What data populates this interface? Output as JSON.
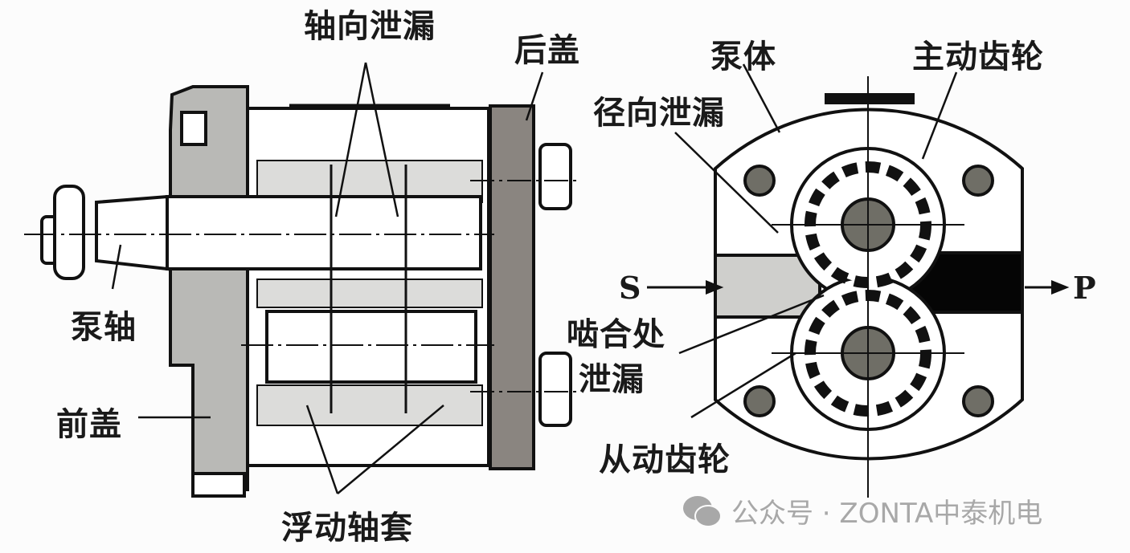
{
  "diagram": {
    "subject": "gear pump leakage paths",
    "left_view": {
      "labels": {
        "axial_leak": "轴向泄漏",
        "rear_cover": "后盖",
        "pump_shaft": "泵轴",
        "front_cover": "前盖",
        "floating_bushing": "浮动轴套"
      }
    },
    "right_view": {
      "labels": {
        "pump_body": "泵体",
        "driving_gear": "主动齿轮",
        "radial_leak": "径向泄漏",
        "suction": "S",
        "pressure": "P",
        "mesh_leak_line1": "啮合处",
        "mesh_leak_line2": "泄漏",
        "driven_gear": "从动齿轮"
      }
    },
    "colors": {
      "line": "#111111",
      "cover_fill": "#8a8580",
      "front_fill": "#b9b9b6",
      "suction_fill": "#cfcfcc",
      "pressure_fill": "#050505",
      "gear_hub": "#6f6e66"
    }
  },
  "watermark": {
    "icon": "wechat-icon",
    "text": "公众号 · ZONTA中泰机电"
  }
}
